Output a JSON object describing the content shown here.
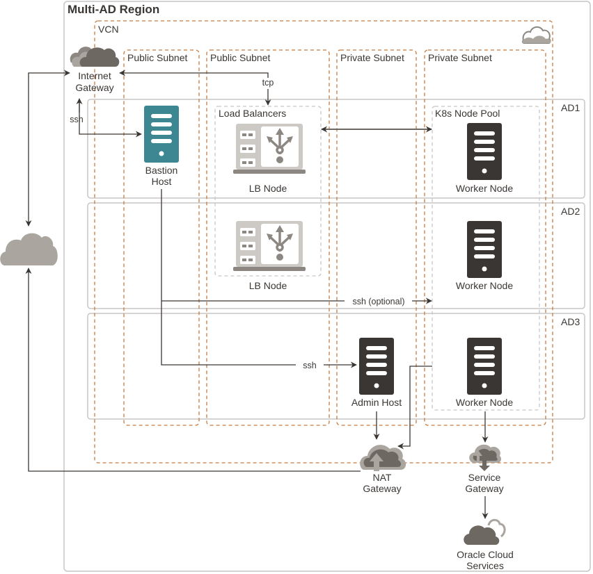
{
  "region": {
    "title": "Multi-AD Region"
  },
  "vcn": {
    "label": "VCN",
    "icon": "vcn-cloud-icon"
  },
  "subnets": [
    {
      "label": "Public Subnet"
    },
    {
      "label": "Public Subnet"
    },
    {
      "label": "Private Subnet"
    },
    {
      "label": "Private Subnet"
    }
  ],
  "availability_domains": [
    {
      "label": "AD1"
    },
    {
      "label": "AD2"
    },
    {
      "label": "AD3"
    }
  ],
  "groups": {
    "load_balancers": "Load Balancers",
    "node_pool": "K8s Node Pool"
  },
  "nodes": {
    "internet_gateway": {
      "line1": "Internet",
      "line2": "Gateway",
      "icon": "internet-gateway-cloud-icon"
    },
    "internet": {
      "icon": "internet-cloud-icon"
    },
    "bastion": {
      "line1": "Bastion",
      "line2": "Host",
      "icon": "server-icon",
      "color": "#3c8792"
    },
    "lb_node_1": {
      "label": "LB Node",
      "icon": "load-balancer-icon"
    },
    "lb_node_2": {
      "label": "LB Node",
      "icon": "load-balancer-icon"
    },
    "worker_1": {
      "label": "Worker Node",
      "icon": "server-icon"
    },
    "worker_2": {
      "label": "Worker Node",
      "icon": "server-icon"
    },
    "worker_3": {
      "label": "Worker Node",
      "icon": "server-icon"
    },
    "admin_host": {
      "label": "Admin Host",
      "icon": "server-icon"
    },
    "nat_gateway": {
      "line1": "NAT",
      "line2": "Gateway",
      "icon": "nat-gateway-cloud-icon"
    },
    "service_gateway": {
      "line1": "Service",
      "line2": "Gateway",
      "icon": "service-gateway-cloud-icon"
    },
    "oracle_services": {
      "line1": "Oracle Cloud",
      "line2": "Services",
      "icon": "oracle-cloud-icon"
    }
  },
  "edges": {
    "tcp": "tcp",
    "ssh_ig": "ssh",
    "ssh_optional": "ssh (optional)",
    "ssh_admin": "ssh"
  },
  "colors": {
    "subnet_dash": "#c77a3f",
    "server_dark": "#3a3633",
    "server_bastion": "#3c8792",
    "cloud_gray": "#6e6863",
    "cloud_light": "#aaa59f",
    "ad_border": "#c9c6c3"
  }
}
